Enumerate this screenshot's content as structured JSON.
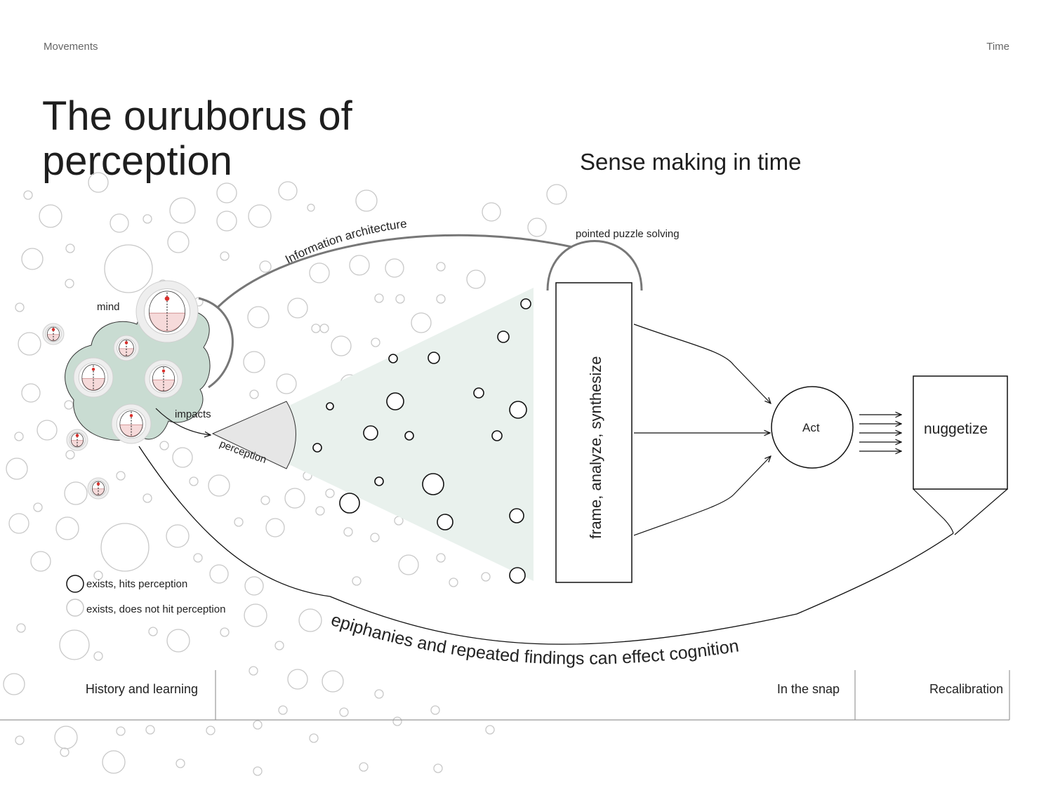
{
  "header": {
    "left": "Movements",
    "right": "Time"
  },
  "title": "The ouruborus of perception",
  "subtitle": "Sense making in time",
  "labels": {
    "mind": "mind",
    "impacts": "impacts",
    "perception": "perception",
    "information_architecture": "Information architecture",
    "pointed_puzzle_solving": "pointed puzzle solving",
    "frame": "frame, analyze, synthesize",
    "act": "Act",
    "nuggetize": "nuggetize",
    "epiphanies": "epiphanies and repeated findings can effect cognition"
  },
  "legend": {
    "hits": "exists, hits perception",
    "not_hits": "exists, does not hit perception"
  },
  "phases": [
    "History and learning",
    "In the snap",
    "Recalibration"
  ],
  "colors": {
    "cloud": "#c9dcd2",
    "cone": "#e9f1ed",
    "gray_bubble": "#c8c8c8",
    "red": "#d9302c",
    "pink": "#f6dada",
    "arc": "#777777"
  }
}
